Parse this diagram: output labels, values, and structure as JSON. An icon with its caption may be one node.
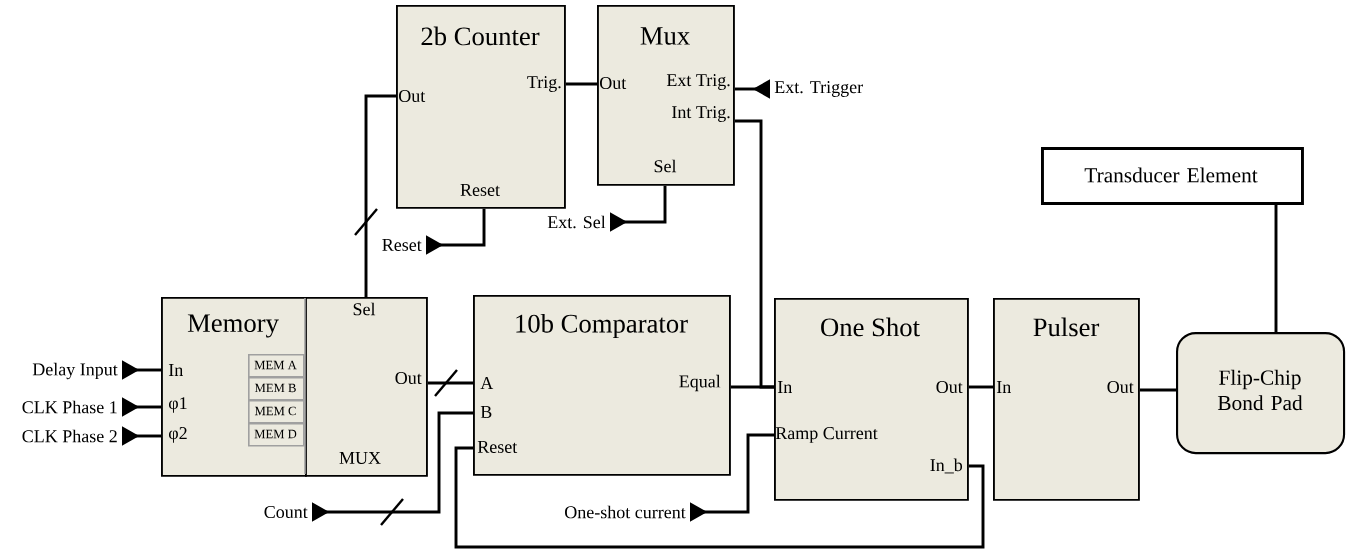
{
  "diagram": {
    "nodes": [
      {
        "text": [
          "2b Counter",
          "Out",
          "Trig.",
          "Reset"
        ]
      },
      {
        "text": [
          "Mux",
          "Out",
          "Ext Trig.",
          "Int Trig.",
          "Sel"
        ]
      },
      {
        "text": [
          "Ext. Trigger"
        ]
      },
      {
        "text": [
          "Transducer Element"
        ]
      },
      {
        "text": [
          "Reset"
        ]
      },
      {
        "text": [
          "Ext. Sel"
        ]
      },
      {
        "text": [
          "Memory",
          "In",
          "φ1",
          "φ2"
        ]
      },
      {
        "text": [
          "MEM A"
        ],
        "in": 6
      },
      {
        "text": [
          "MEM B"
        ],
        "in": 6
      },
      {
        "text": [
          "MEM C"
        ],
        "in": 6
      },
      {
        "text": [
          "MEM D"
        ],
        "in": 6
      },
      {
        "text": [
          "Sel",
          "Out",
          "MUX"
        ]
      },
      {
        "text": [
          "10b Comparator",
          "A",
          "B",
          "Reset",
          "Equal"
        ]
      },
      {
        "text": [
          "One Shot",
          "In",
          "Out",
          "Ramp Current",
          "In_b"
        ]
      },
      {
        "text": [
          "Pulser",
          "In",
          "Out"
        ]
      },
      {
        "text": [
          "Flip-Chip Bond Pad"
        ]
      },
      {
        "text": [
          "Delay Input"
        ]
      },
      {
        "text": [
          "CLK Phase 1"
        ]
      },
      {
        "text": [
          "CLK Phase 2"
        ]
      },
      {
        "text": [
          "Count"
        ]
      },
      {
        "text": [
          "One-shot current"
        ]
      }
    ],
    "edges": [
      {
        "from": 11,
        "to": 0,
        "arrow": "none"
      },
      {
        "from": 0,
        "to": 1,
        "arrow": "none"
      },
      {
        "from": 2,
        "to": 1,
        "arrow": "to"
      },
      {
        "from": 1,
        "to": 13,
        "arrow": "none"
      },
      {
        "from": 12,
        "to": 13,
        "arrow": "none"
      },
      {
        "from": 4,
        "to": 0,
        "arrow": "to"
      },
      {
        "from": 5,
        "to": 1,
        "arrow": "to"
      },
      {
        "from": 16,
        "to": 6,
        "arrow": "to"
      },
      {
        "from": 17,
        "to": 6,
        "arrow": "to"
      },
      {
        "from": 18,
        "to": 6,
        "arrow": "to"
      },
      {
        "from": 11,
        "to": 12,
        "arrow": "none"
      },
      {
        "from": 19,
        "to": 12,
        "arrow": "to"
      },
      {
        "from": 20,
        "to": 13,
        "arrow": "to"
      },
      {
        "from": 13,
        "to": 12,
        "arrow": "none"
      },
      {
        "from": 13,
        "to": 14,
        "arrow": "none"
      },
      {
        "from": 14,
        "to": 15,
        "arrow": "none"
      },
      {
        "from": 15,
        "to": 3,
        "arrow": "none"
      }
    ]
  }
}
